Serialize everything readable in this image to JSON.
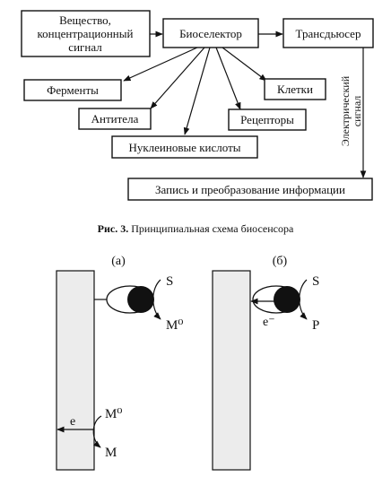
{
  "scheme": {
    "source_box": {
      "lines": [
        "Вещество,",
        "концентрационный",
        "сигнал"
      ]
    },
    "bioselector_box": "Биоселектор",
    "transducer_box": "Трансдьюсер",
    "receptors": {
      "enzymes": "Ферменты",
      "antibodies": "Антитела",
      "nucleic_acids": "Нуклеиновые кислоты",
      "receptors": "Рецепторы",
      "cells": "Клетки"
    },
    "signal_label": {
      "lines": [
        "Электрический",
        "сигнал"
      ]
    },
    "output_box": "Запись и преобразование информации"
  },
  "caption": {
    "label": "Рис. 3.",
    "text": " Принципиальная схема биосенсора"
  },
  "panel_a": {
    "label": "(а)",
    "substrate": "S",
    "product_top": "M⁰",
    "mediator": "M⁰",
    "electron": "e",
    "product_bottom": "M"
  },
  "panel_b": {
    "label": "(б)",
    "substrate": "S",
    "electron": "e⁻",
    "product": "P"
  }
}
